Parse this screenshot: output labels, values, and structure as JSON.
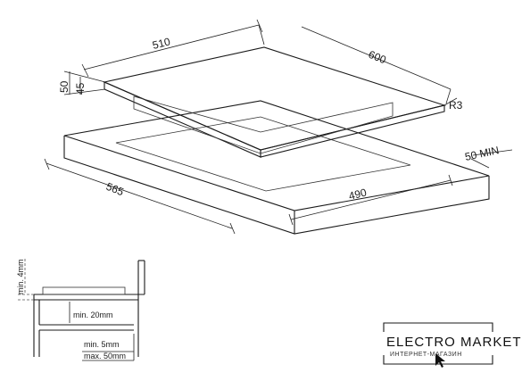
{
  "dimensions": {
    "width_top": "510",
    "depth_top": "600",
    "height_total": "50",
    "height_glass": "45",
    "corner_radius": "R3",
    "clearance_min": "50 MIN",
    "cutout_width": "565",
    "cutout_depth": "490"
  },
  "detail": {
    "min_4": "min. 4mm",
    "min_20": "min. 20mm",
    "min_5": "min.  5mm",
    "max_50": "max. 50mm"
  },
  "logo": {
    "title": "ELECTRO MARKET",
    "subtitle": "ИНТЕРНЕТ-МАГАЗИН"
  },
  "colors": {
    "line": "#1a1a1a",
    "background": "#ffffff"
  }
}
